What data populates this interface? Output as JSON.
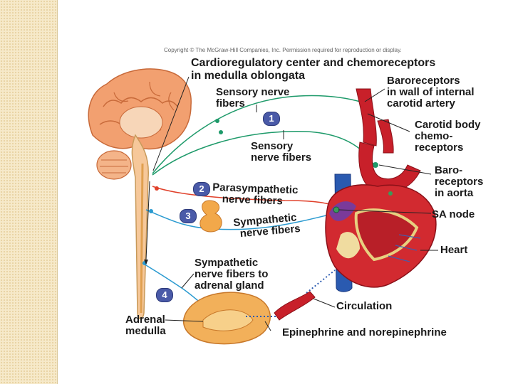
{
  "copyright": "Copyright © The McGraw-Hill Companies, Inc. Permission required for reproduction or display.",
  "labels": {
    "cardioregulatory": [
      "Cardioregulatory center and chemoreceptors",
      "in medulla oblongata"
    ],
    "sensory_upper": [
      "Sensory nerve",
      "fibers"
    ],
    "baroreceptors_carotid": [
      "Baroreceptors",
      "in wall of internal",
      "carotid artery"
    ],
    "carotid_body": [
      "Carotid body",
      "chemo-",
      "receptors"
    ],
    "sensory_lower": [
      "Sensory",
      "nerve fibers"
    ],
    "baroreceptors_aorta": [
      "Baro-",
      "receptors",
      "in aorta"
    ],
    "parasympathetic": [
      "Parasympathetic",
      "nerve fibers"
    ],
    "sa_node": [
      "SA node"
    ],
    "sympathetic": [
      "Sympathetic",
      "nerve fibers"
    ],
    "heart": [
      "Heart"
    ],
    "sympathetic_adrenal": [
      "Sympathetic",
      "nerve fibers to",
      "adrenal gland"
    ],
    "circulation": [
      "Circulation"
    ],
    "adrenal_medulla": [
      "Adrenal",
      "medulla"
    ],
    "epinephrine": [
      "Epinephrine and norepinephrine"
    ]
  },
  "steps": [
    "1",
    "2",
    "3",
    "4"
  ],
  "colors": {
    "sensory_fiber": "#1e9a6a",
    "parasympathetic_fiber": "#e0402a",
    "sympathetic_fiber": "#2a9ad0",
    "brain": "#f2a070",
    "heart_red": "#c8202a",
    "heart_purple": "#7a3a9a",
    "vessel_blue": "#2a5ab0",
    "badge": "#4a5aa8"
  }
}
